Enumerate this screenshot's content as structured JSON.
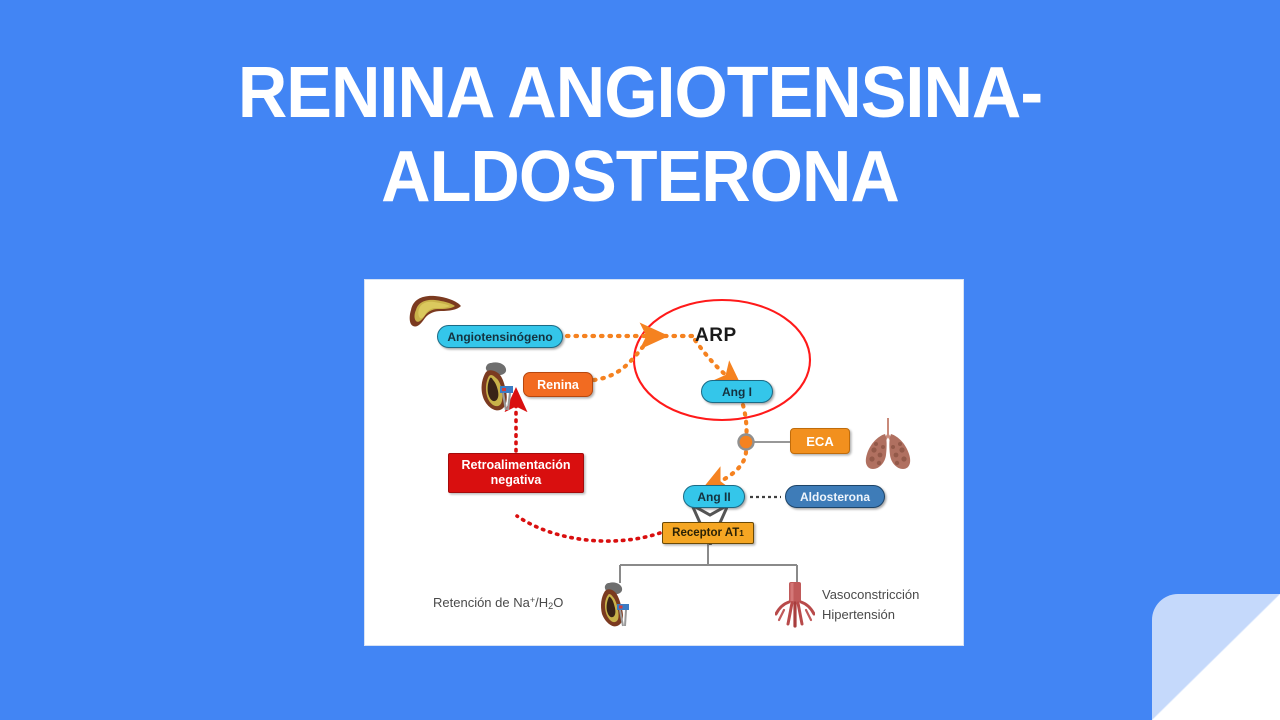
{
  "slide": {
    "background_color": "#4285F4",
    "title": "RENINA ANGIOTENSINA-\nALDOSTERONA",
    "corner_decoration": {
      "name": "folded-corner",
      "fill_light": "#C5D9FB",
      "fill_white": "#FFFFFF"
    }
  },
  "diagram": {
    "alt": "Esquema del sistema renina-angiotensina-aldosterona",
    "background_color": "#FFFFFF",
    "nodes": {
      "angiotensinogeno": {
        "label": "Angiotensinógeno",
        "color": "#34C6EA",
        "shape": "pill"
      },
      "renina": {
        "label": "Renina",
        "color": "#F26B21",
        "shape": "rounded-rect"
      },
      "ang_i": {
        "label": "Ang I",
        "color": "#34C6EA",
        "shape": "pill"
      },
      "eca": {
        "label": "ECA",
        "color": "#F2901E",
        "shape": "rounded-rect"
      },
      "ang_ii": {
        "label": "Ang II",
        "color": "#34C6EA",
        "shape": "pill"
      },
      "aldosterona": {
        "label": "Aldosterona",
        "color": "#3E7CB8",
        "shape": "pill"
      },
      "receptor_at1": {
        "label_main": "Receptor AT",
        "label_sub": "1",
        "color": "#F5A623",
        "shape": "rect"
      },
      "retroalimentacion": {
        "line1": "Retroalimentación",
        "line2": "negativa",
        "color": "#D90F0F",
        "shape": "rect"
      }
    },
    "labels": {
      "arp": "ARP",
      "retencion_prefix": "Retención de Na",
      "retencion_sup": "+",
      "retencion_mid": "/H",
      "retencion_sub": "2",
      "retencion_suffix": "O",
      "vasoconstriccion": "Vasoconstricción",
      "hipertension": "Hipertensión"
    },
    "organs": {
      "liver": "liver-icon",
      "kidney_renin": "kidney-icon",
      "lungs": "lungs-icon",
      "kidney_retention": "kidney-icon",
      "vessel": "blood-vessel-icon"
    },
    "connectors": {
      "arrow_color_pathway": "#F58220",
      "arrow_color_feedback": "#D90F0F",
      "bracket_color": "#808080",
      "arp_circle_color": "#FF1A1A"
    }
  }
}
